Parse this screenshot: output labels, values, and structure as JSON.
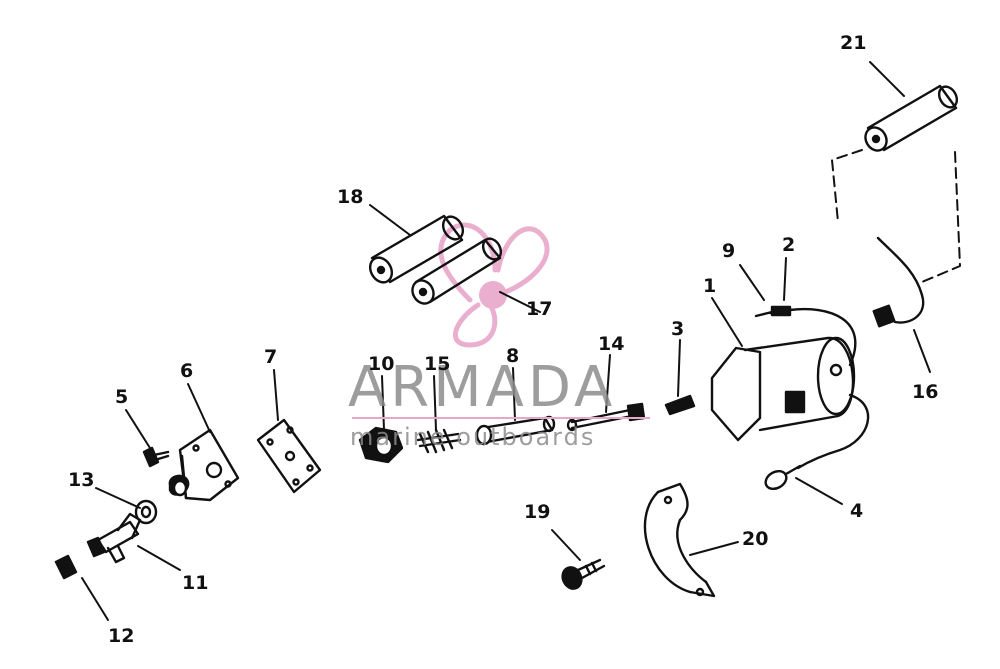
{
  "labels": {
    "p1": "1",
    "p2": "2",
    "p3": "3",
    "p4": "4",
    "p5": "5",
    "p6": "6",
    "p7": "7",
    "p8": "8",
    "p9": "9",
    "p10": "10",
    "p11": "11",
    "p12": "12",
    "p13": "13",
    "p14": "14",
    "p15": "15",
    "p16": "16",
    "p17": "17",
    "p18": "18",
    "p19": "19",
    "p20": "20",
    "p21": "21"
  },
  "watermark": {
    "brand": "ARMADA",
    "tagline": "marine outboards",
    "color": "#8c8c8c",
    "accent": "#e8a7c9",
    "icon": "propeller-logo-icon"
  }
}
